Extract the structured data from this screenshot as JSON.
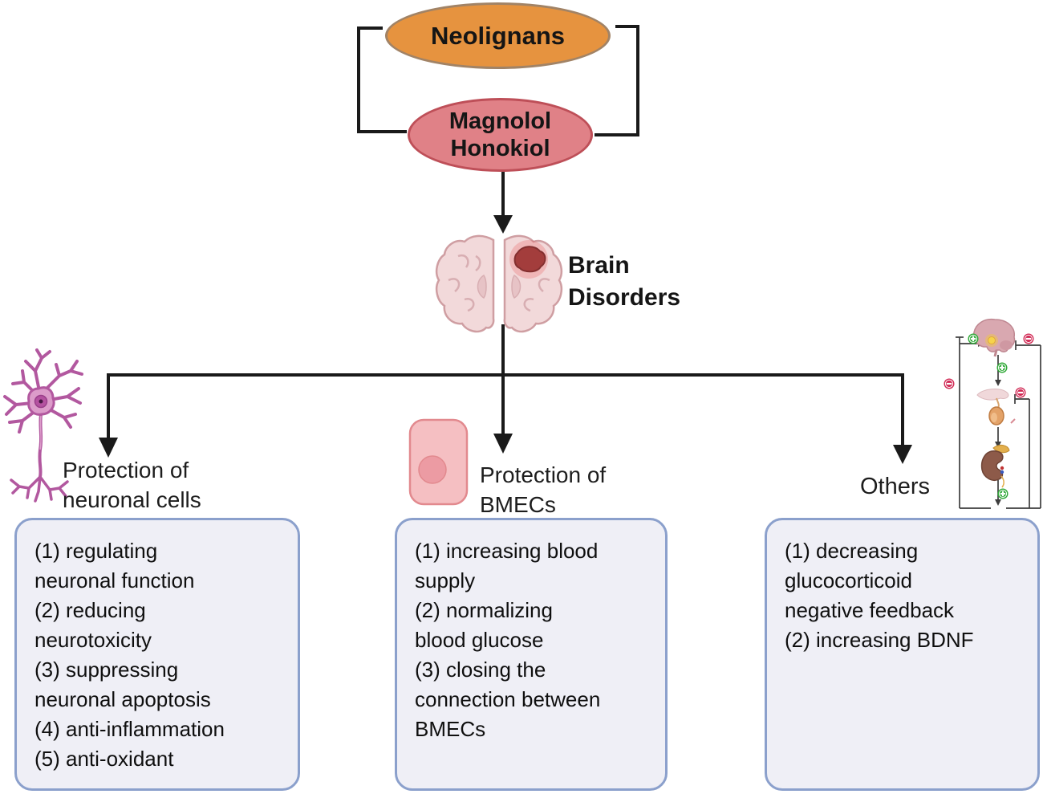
{
  "figure": {
    "background": "#FFFFFF",
    "connector_color": "#1A1A1A"
  },
  "nodes": {
    "neolignans": {
      "label": "Neolignans",
      "fill": "#E6933F",
      "border_color": "#A18366"
    },
    "magnolol_honokiol": {
      "lines": [
        "Magnolol",
        "Honokiol"
      ],
      "fill": "#E08187",
      "border_color": "#BE4F58"
    },
    "brain_disorders": {
      "lines": [
        "Brain",
        "Disorders"
      ]
    }
  },
  "branch_labels": {
    "neuronal": [
      "Protection of",
      "neuronal cells"
    ],
    "bmec": [
      "Protection of",
      "BMECs"
    ],
    "others": "Others"
  },
  "boxes": {
    "fill": "#EFEFF6",
    "border_color": "#8BA0CC",
    "neuronal": {
      "lines": [
        "(1) regulating",
        "neuronal function",
        "(2) reducing",
        "neurotoxicity",
        "(3) suppressing",
        "neuronal apoptosis",
        "(4) anti-inflammation",
        "(5) anti-oxidant"
      ]
    },
    "bmec": {
      "lines": [
        "(1) increasing blood",
        "supply",
        "(2) normalizing",
        "blood glucose",
        "(3) closing the",
        "connection between",
        "BMECs"
      ]
    },
    "others": {
      "lines": [
        "(1) decreasing",
        "glucocorticoid",
        "negative feedback",
        "(2) increasing BDNF"
      ]
    }
  },
  "icons": {
    "neuron": "pink-neuron",
    "brain_coronal": "brain-coronal-section-with-red-lesion",
    "bmec_cell": "pink-cell-with-nucleus",
    "hpa_axis": "brain-pituitary-adrenal-feedback-loop",
    "plus_badge": "⊕",
    "minus_badge": "⊖",
    "plus_color": "#2EA836",
    "minus_color": "#D12A55"
  }
}
